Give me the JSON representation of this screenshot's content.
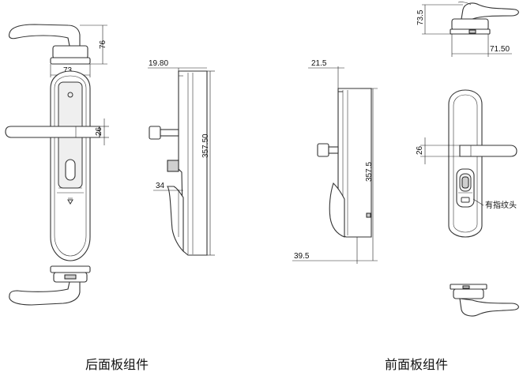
{
  "dimensions": {
    "back_handle_height": "76",
    "back_rose_width": "73",
    "back_lever_offset": "26",
    "side_depth_top": "19.80",
    "side_height": "357.50",
    "side_lever_offset": "34",
    "front_side_depth_top": "21.5",
    "front_side_height": "357.5",
    "front_side_bottom": "39.5",
    "front_handle_height": "73.5",
    "front_rose_width": "71.50",
    "front_lever_offset": "26"
  },
  "labels": {
    "fingerprint_note": "有指纹头",
    "back_caption": "后面板组件",
    "front_caption": "前面板组件"
  }
}
